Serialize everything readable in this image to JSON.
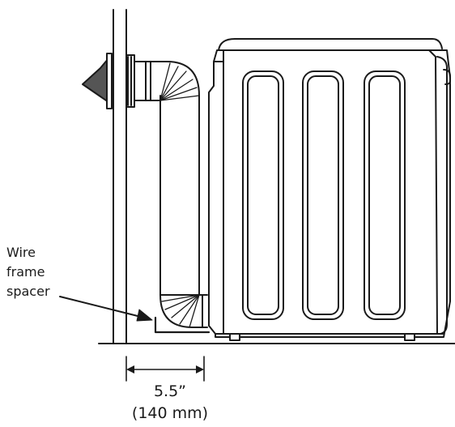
{
  "callout": {
    "lines": [
      "Wire",
      "frame",
      "spacer"
    ]
  },
  "dimension": {
    "imperial": "5.5”",
    "metric": "(140 mm)"
  },
  "colors": {
    "line": "#1a1a1a",
    "background": "#ffffff"
  }
}
